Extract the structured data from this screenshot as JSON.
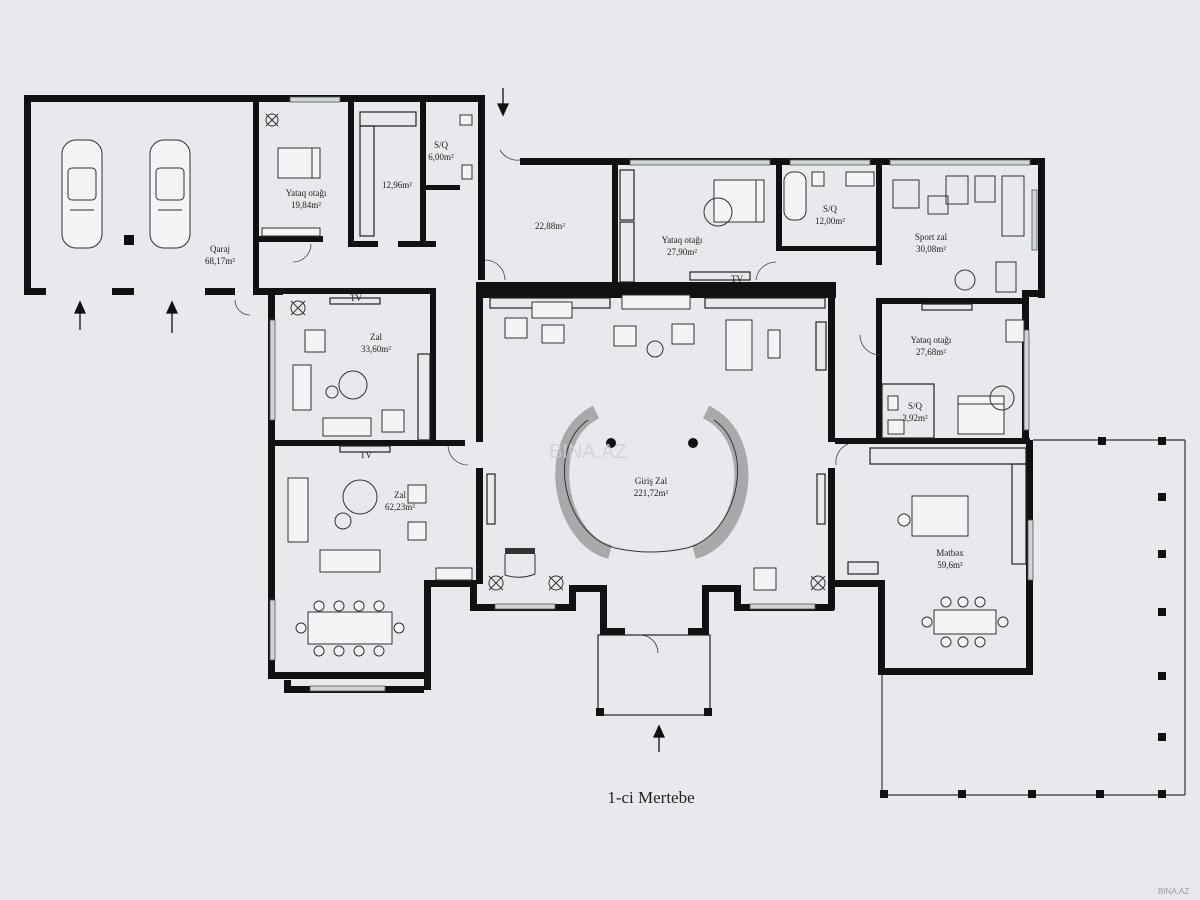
{
  "plan": {
    "title": "1-ci Mertebe",
    "watermark": "BINA.AZ",
    "credit": "BINA.AZ",
    "colors": {
      "wall": "#111111",
      "paper": "#e9e8ec",
      "glass": "#cfd6d6"
    },
    "rooms": [
      {
        "id": "garage",
        "name": "Qaraj",
        "area": "68,17m²"
      },
      {
        "id": "bedroom-1",
        "name": "Yataq otağı",
        "area": "19,84m²"
      },
      {
        "id": "storage",
        "name": "",
        "area": "12,96m²"
      },
      {
        "id": "bath-1",
        "name": "S/Q",
        "area": "6,00m²"
      },
      {
        "id": "corridor",
        "name": "",
        "area": "22,88m²"
      },
      {
        "id": "bedroom-2",
        "name": "Yataq otağı",
        "area": "27,90m²"
      },
      {
        "id": "bath-2",
        "name": "S/Q",
        "area": "12,00m²"
      },
      {
        "id": "gym",
        "name": "Sport zal",
        "area": "30,08m²"
      },
      {
        "id": "hall-1",
        "name": "Zal",
        "area": "33,60m²"
      },
      {
        "id": "bedroom-3",
        "name": "Yataq otağı",
        "area": "27,68m²"
      },
      {
        "id": "bath-3",
        "name": "S/Q",
        "area": "3,92m²"
      },
      {
        "id": "hall-2",
        "name": "Zal",
        "area": "62,23m²"
      },
      {
        "id": "entrance-hall",
        "name": "Giriş Zal",
        "area": "221,72m²"
      },
      {
        "id": "kitchen",
        "name": "Mətbəx",
        "area": "59,6m²"
      }
    ],
    "tv_labels": [
      "TV",
      "TV",
      "TV"
    ],
    "icons": [
      "car-icon",
      "arrow-up-icon",
      "arrow-down-icon",
      "stair-icon",
      "bed-icon",
      "bathtub-icon",
      "gym-equipment-icon",
      "sofa-icon",
      "dining-table-icon",
      "plant-icon"
    ]
  }
}
